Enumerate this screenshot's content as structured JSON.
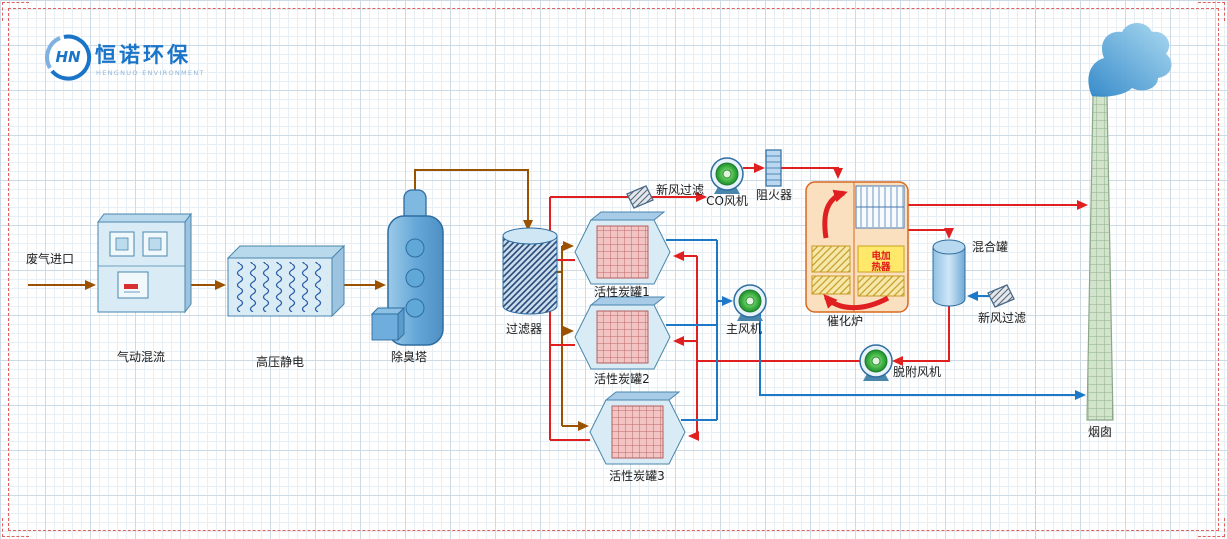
{
  "logo": {
    "monogram": "HN",
    "name": "恒诺环保",
    "subtitle": "HENGNUO ENVIRONMENT"
  },
  "labels": {
    "waste_gas_inlet": "废气进口",
    "pneumatic_mixer": "气动混流",
    "electrostatic": "高压静电",
    "deodorizing_tower": "除臭塔",
    "filter": "过滤器",
    "carbon_tank_1": "活性炭罐1",
    "carbon_tank_2": "活性炭罐2",
    "carbon_tank_3": "活性炭罐3",
    "fresh_air_filter_top": "新风过滤",
    "co_fan": "CO风机",
    "flame_arrester": "阻火器",
    "main_fan": "主风机",
    "catalytic_furnace": "催化炉",
    "heater_line1": "电加",
    "heater_line2": "热器",
    "mixing_tank": "混合罐",
    "fresh_air_filter_right": "新风过滤",
    "desorption_fan": "脱附风机",
    "chimney": "烟囱"
  },
  "colors": {
    "brand_blue": "#1a74c8",
    "pipe_waste_gas": "#9a5200",
    "pipe_hot_gas": "#e02020",
    "pipe_clean_air": "#1e78c8"
  }
}
